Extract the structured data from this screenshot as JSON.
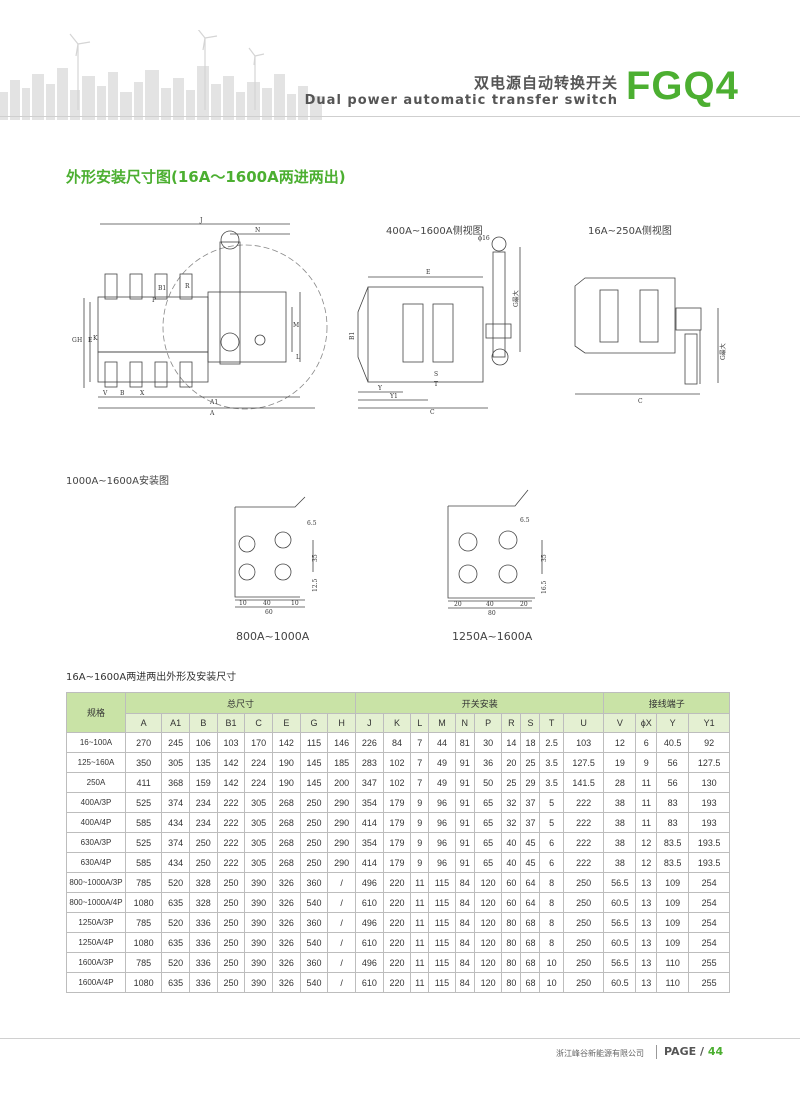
{
  "header": {
    "title_cn": "双电源自动转换开关",
    "title_en": "Dual power automatic transfer switch",
    "model": "FGQ4",
    "accent": "#4caf31"
  },
  "section": {
    "title": "外形安装尺寸图(16A～1600A两进两出)"
  },
  "drawings": {
    "front_dims": [
      "J",
      "N",
      "R",
      "B1",
      "P",
      "M",
      "L",
      "H",
      "G",
      "E",
      "K",
      "V",
      "B",
      "X",
      "A1",
      "A"
    ],
    "side_view_large_title": "400A~1600A侧视图",
    "side_large_dims": [
      "ϕ16",
      "G最大",
      "E",
      "B1",
      "S",
      "T",
      "Y",
      "Y1",
      "C"
    ],
    "side_view_small_title": "16A~250A侧视图",
    "side_small_dims": [
      "G最大",
      "C"
    ],
    "mount_title": "1000A~1600A安装图",
    "mount1": {
      "caption": "800A~1000A",
      "hole": "6.5",
      "hole_pitch": "35",
      "offset": "12.5",
      "bottom": [
        "10",
        "40",
        "10"
      ],
      "total": "60"
    },
    "mount2": {
      "caption": "1250A~1600A",
      "hole": "6.5",
      "hole_pitch": "35",
      "offset": "16.5",
      "bottom": [
        "20",
        "40",
        "20"
      ],
      "total": "80"
    }
  },
  "table": {
    "title": "16A~1600A两进两出外形及安装尺寸",
    "spec_label": "规格",
    "groups": [
      {
        "label": "总尺寸",
        "span": 8
      },
      {
        "label": "开关安装",
        "span": 10
      },
      {
        "label": "接线端子",
        "span": 4
      }
    ],
    "columns": [
      "A",
      "A1",
      "B",
      "B1",
      "C",
      "E",
      "G",
      "H",
      "J",
      "K",
      "L",
      "M",
      "N",
      "P",
      "R",
      "S",
      "T",
      "U",
      "V",
      "ϕX",
      "Y",
      "Y1"
    ],
    "rows": [
      [
        "16~100A",
        "270",
        "245",
        "106",
        "103",
        "170",
        "142",
        "115",
        "146",
        "226",
        "84",
        "7",
        "44",
        "81",
        "30",
        "14",
        "18",
        "2.5",
        "103",
        "12",
        "6",
        "40.5",
        "92"
      ],
      [
        "125~160A",
        "350",
        "305",
        "135",
        "142",
        "224",
        "190",
        "145",
        "185",
        "283",
        "102",
        "7",
        "49",
        "91",
        "36",
        "20",
        "25",
        "3.5",
        "127.5",
        "19",
        "9",
        "56",
        "127.5"
      ],
      [
        "250A",
        "411",
        "368",
        "159",
        "142",
        "224",
        "190",
        "145",
        "200",
        "347",
        "102",
        "7",
        "49",
        "91",
        "50",
        "25",
        "29",
        "3.5",
        "141.5",
        "28",
        "11",
        "56",
        "130"
      ],
      [
        "400A/3P",
        "525",
        "374",
        "234",
        "222",
        "305",
        "268",
        "250",
        "290",
        "354",
        "179",
        "9",
        "96",
        "91",
        "65",
        "32",
        "37",
        "5",
        "222",
        "38",
        "11",
        "83",
        "193"
      ],
      [
        "400A/4P",
        "585",
        "434",
        "234",
        "222",
        "305",
        "268",
        "250",
        "290",
        "414",
        "179",
        "9",
        "96",
        "91",
        "65",
        "32",
        "37",
        "5",
        "222",
        "38",
        "11",
        "83",
        "193"
      ],
      [
        "630A/3P",
        "525",
        "374",
        "250",
        "222",
        "305",
        "268",
        "250",
        "290",
        "354",
        "179",
        "9",
        "96",
        "91",
        "65",
        "40",
        "45",
        "6",
        "222",
        "38",
        "12",
        "83.5",
        "193.5"
      ],
      [
        "630A/4P",
        "585",
        "434",
        "250",
        "222",
        "305",
        "268",
        "250",
        "290",
        "414",
        "179",
        "9",
        "96",
        "91",
        "65",
        "40",
        "45",
        "6",
        "222",
        "38",
        "12",
        "83.5",
        "193.5"
      ],
      [
        "800~1000A/3P",
        "785",
        "520",
        "328",
        "250",
        "390",
        "326",
        "360",
        "/",
        "496",
        "220",
        "11",
        "115",
        "84",
        "120",
        "60",
        "64",
        "8",
        "250",
        "56.5",
        "13",
        "109",
        "254"
      ],
      [
        "800~1000A/4P",
        "1080",
        "635",
        "328",
        "250",
        "390",
        "326",
        "540",
        "/",
        "610",
        "220",
        "11",
        "115",
        "84",
        "120",
        "60",
        "64",
        "8",
        "250",
        "60.5",
        "13",
        "109",
        "254"
      ],
      [
        "1250A/3P",
        "785",
        "520",
        "336",
        "250",
        "390",
        "326",
        "360",
        "/",
        "496",
        "220",
        "11",
        "115",
        "84",
        "120",
        "80",
        "68",
        "8",
        "250",
        "56.5",
        "13",
        "109",
        "254"
      ],
      [
        "1250A/4P",
        "1080",
        "635",
        "336",
        "250",
        "390",
        "326",
        "540",
        "/",
        "610",
        "220",
        "11",
        "115",
        "84",
        "120",
        "80",
        "68",
        "8",
        "250",
        "60.5",
        "13",
        "109",
        "254"
      ],
      [
        "1600A/3P",
        "785",
        "520",
        "336",
        "250",
        "390",
        "326",
        "360",
        "/",
        "496",
        "220",
        "11",
        "115",
        "84",
        "120",
        "80",
        "68",
        "10",
        "250",
        "56.5",
        "13",
        "110",
        "255"
      ],
      [
        "1600A/4P",
        "1080",
        "635",
        "336",
        "250",
        "390",
        "326",
        "540",
        "/",
        "610",
        "220",
        "11",
        "115",
        "84",
        "120",
        "80",
        "68",
        "10",
        "250",
        "60.5",
        "13",
        "110",
        "255"
      ]
    ]
  },
  "footer": {
    "company": "浙江峰谷新能源有限公司",
    "page_label": "PAGE /",
    "page_number": "44"
  }
}
